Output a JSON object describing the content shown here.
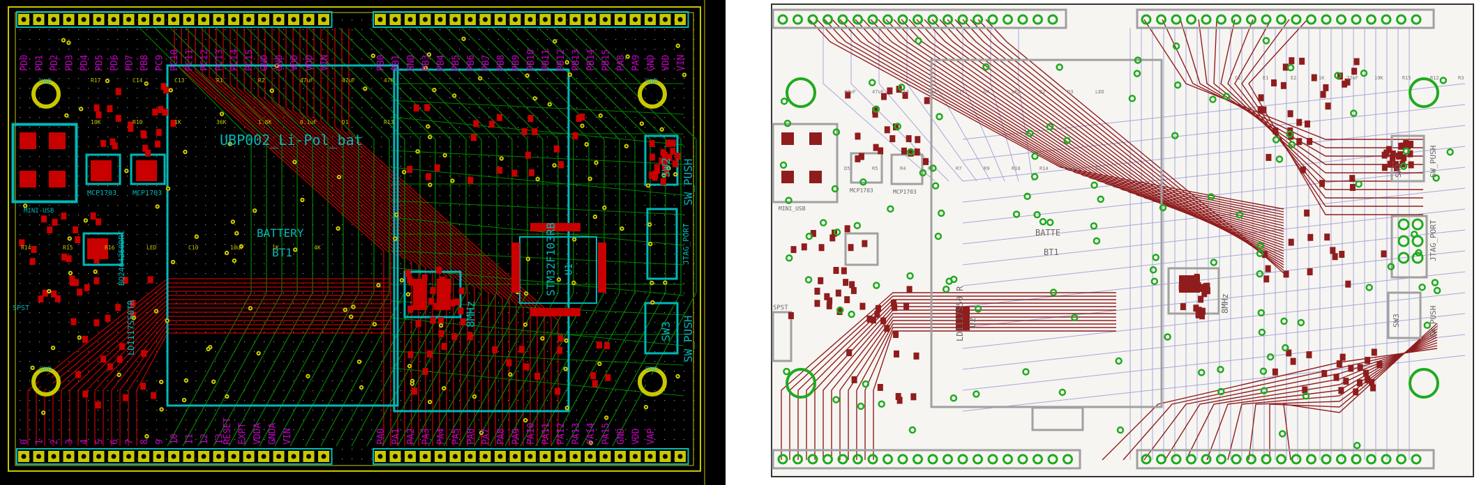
{
  "left": {
    "title": "UBP002_Li-Pol_bat",
    "battery_name": "BATTERY",
    "battery_ref": "BT1",
    "mcu": "STM32F103RB",
    "mcu_ref": "U1",
    "crystal": "8MHz",
    "regulator": "MCP1703",
    "regulator2": "MCP1703",
    "charger": "BQ2404250DRC",
    "ldo2": "LD1117S50TR",
    "usb_label": "MINI-USB",
    "sw2": "SW2",
    "sw3": "SW3",
    "sw_push_top": "SW_PUSH",
    "sw_push_bottom": "SW_PUSH",
    "jtag": "JTAG_PORT",
    "spst": "SPST",
    "gnd_labels": [
      "GND",
      "GND",
      "GND",
      "GND"
    ],
    "top_header_left": [
      "PD0",
      "PD1",
      "PD2",
      "PD3",
      "PD4",
      "PD5",
      "PD6",
      "PD7",
      "PB8",
      "PC9",
      "PC10",
      "PC11",
      "PC12",
      "PC13",
      "PC14",
      "PC15",
      "GND",
      "GND",
      "VDD",
      "VDD",
      "VIN"
    ],
    "top_header_right": [
      "PB0",
      "PB1",
      "GND",
      "PB3",
      "PB4",
      "PB5",
      "PB6",
      "PB7",
      "PB8",
      "PB9",
      "PB10",
      "PB11",
      "PB12",
      "PB13",
      "PB14",
      "PB15",
      "PA8",
      "PA9",
      "GND",
      "VDD",
      "VIN"
    ],
    "bottom_nums": [
      "0",
      "1",
      "2",
      "3",
      "4",
      "5",
      "6",
      "7",
      "8",
      "9",
      "10",
      "11",
      "12",
      "13"
    ],
    "bottom_signals_left": [
      "RESET",
      "EXPT",
      "VDDA",
      "GNDA",
      "VIN"
    ],
    "bottom_signals_right": [
      "PA0",
      "PA1",
      "PA2",
      "PA3",
      "PA4",
      "PA5",
      "PA6",
      "PA7",
      "PA8",
      "PA9",
      "PA10",
      "PA11",
      "PA12",
      "PA13",
      "PA14",
      "PA15",
      "GND",
      "VDD",
      "VAP"
    ],
    "components": [
      {
        "ref": "R17"
      },
      {
        "ref": "C14"
      },
      {
        "ref": "C13"
      },
      {
        "ref": "R1"
      },
      {
        "ref": "R2"
      },
      {
        "ref": "47uF"
      },
      {
        "ref": "47uF"
      },
      {
        "ref": "47K"
      },
      {
        "ref": "10K"
      },
      {
        "ref": "R10"
      },
      {
        "ref": "1K"
      },
      {
        "ref": "36K"
      },
      {
        "ref": "1.8K"
      },
      {
        "ref": "0.1uF"
      },
      {
        "ref": "D1"
      },
      {
        "ref": "R13"
      },
      {
        "ref": "R14"
      },
      {
        "ref": "R15"
      },
      {
        "ref": "R16"
      },
      {
        "ref": "LED"
      },
      {
        "ref": "C10"
      },
      {
        "ref": "10uF"
      },
      {
        "ref": "1K"
      },
      {
        "ref": "4K"
      }
    ]
  },
  "right": {
    "battery_name": "BATTE",
    "battery_ref": "BT1",
    "ldo": "LD1117S50 R",
    "ldo_ref": "U2",
    "crystal": "8MHz",
    "sw2": "SW2",
    "sw3": "SW3",
    "sw_push_top": "SW_PUSH",
    "sw_push_bottom": "SW_PUSH",
    "jtag": "JTAG_PORT",
    "spst": "SPST",
    "mini_usb": "MINI_USB",
    "regulators": [
      "MCP1703",
      "MCP1703"
    ],
    "small": [
      "47uF",
      "47uF",
      "C14",
      "C12",
      "R17",
      "D4",
      "LED",
      "D2",
      "D3",
      "LED",
      "D5",
      "R5",
      "R4",
      "R8",
      "R7",
      "R9",
      "R10",
      "R14",
      "R18",
      "C1",
      "C2",
      "E1",
      "E2",
      "1K",
      "22uF",
      "19K",
      "R15",
      "R12",
      "R3"
    ]
  },
  "colors": {
    "left_bg": "#000000",
    "copper_front": "#c80000",
    "copper_back": "#008400",
    "silk": "#00b8b8",
    "text_magenta": "#c800c8",
    "outline_yellow": "#c8c800",
    "right_bg": "#f7f5f2",
    "eagle_red": "#8f1d1d",
    "eagle_blue": "#a6a6d6",
    "eagle_green": "#1eaa1e",
    "eagle_gray": "#a0a0a0"
  }
}
